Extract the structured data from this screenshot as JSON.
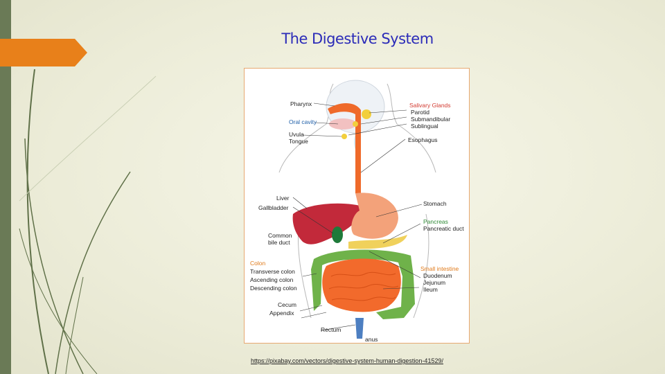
{
  "slide": {
    "title": "The Digestive System",
    "source_link": "https://pixabay.com/vectors/digestive-system-human-digestion-41529/"
  },
  "colors": {
    "title": "#2b2bb8",
    "accent_tab": "#e8801a",
    "left_bar": "#6a7a56",
    "label_red": "#d23a30",
    "label_blue": "#1f5fa8",
    "label_orange": "#e07a1a",
    "label_green": "#2f8a36"
  },
  "diagram": {
    "left_labels": {
      "pharynx": "Pharynx",
      "oral_cavity": "Oral cavity",
      "uvula": "Uvula",
      "tongue": "Tongue",
      "liver": "Liver",
      "gallbladder": "Gallbladder",
      "common_bile_duct_1": "Common",
      "common_bile_duct_2": "bile duct",
      "colon": "Colon",
      "transverse_colon": "Transverse colon",
      "ascending_colon": "Ascending colon",
      "descending_colon": "Descending colon",
      "cecum": "Cecum",
      "appendix": "Appendix",
      "rectum": "Rectum",
      "anus": "anus"
    },
    "right_labels": {
      "salivary_glands": "Salivary Glands",
      "parotid": "Parotid",
      "submandibular": "Submandibular",
      "sublingual": "Sublingual",
      "esophagus": "Esophagus",
      "stomach": "Stomach",
      "pancreas": "Pancreas",
      "pancreatic_duct": "Pancreatic duct",
      "small_intestine": "Small intestine",
      "duodenum": "Duodenum",
      "jejunum": "Jejunum",
      "ileum": "Ileum"
    }
  }
}
